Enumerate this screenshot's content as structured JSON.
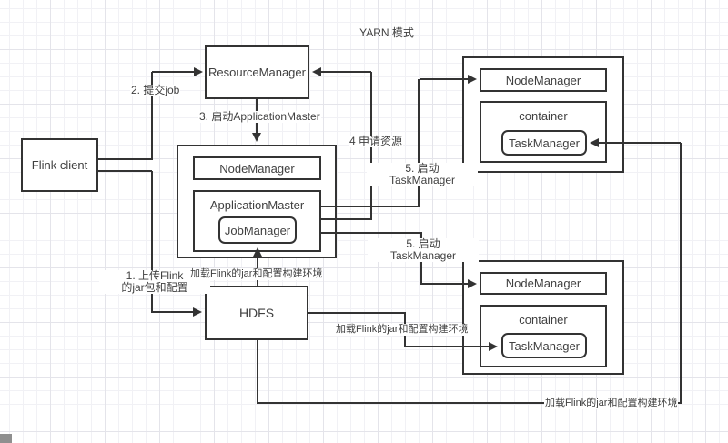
{
  "title": "YARN 模式",
  "nodes": {
    "flink_client": "Flink client",
    "resource_manager": "ResourceManager",
    "hdfs": "HDFS",
    "center_group": {
      "node_manager": "NodeManager",
      "application_master": "ApplicationMaster",
      "job_manager": "JobManager"
    },
    "worker1": {
      "node_manager": "NodeManager",
      "container": "container",
      "task_manager": "TaskManager"
    },
    "worker2": {
      "node_manager": "NodeManager",
      "container": "container",
      "task_manager": "TaskManager"
    }
  },
  "edges": {
    "upload_jar": "1. 上传Flink\n的jar包和配置",
    "submit_job": "2. 提交job",
    "start_application_master": "3. 启动ApplicationMaster",
    "request_resources": "4 申请资源",
    "start_taskmanager_1": "5. 启动\nTaskManager",
    "start_taskmanager_2": "5. 启动\nTaskManager",
    "load_env_center": "加载Flink的jar和配置构建环境",
    "load_env_worker2": "加载Flink的jar和配置构建环境",
    "load_env_worker1": "加载Flink的jar和配置构建环境"
  },
  "colors": {
    "line": "#333333",
    "text": "#3f3f3f",
    "box_fill": "#ffffff",
    "grid_minor": "#f1f1f5",
    "grid_major": "#e4e4ea"
  }
}
